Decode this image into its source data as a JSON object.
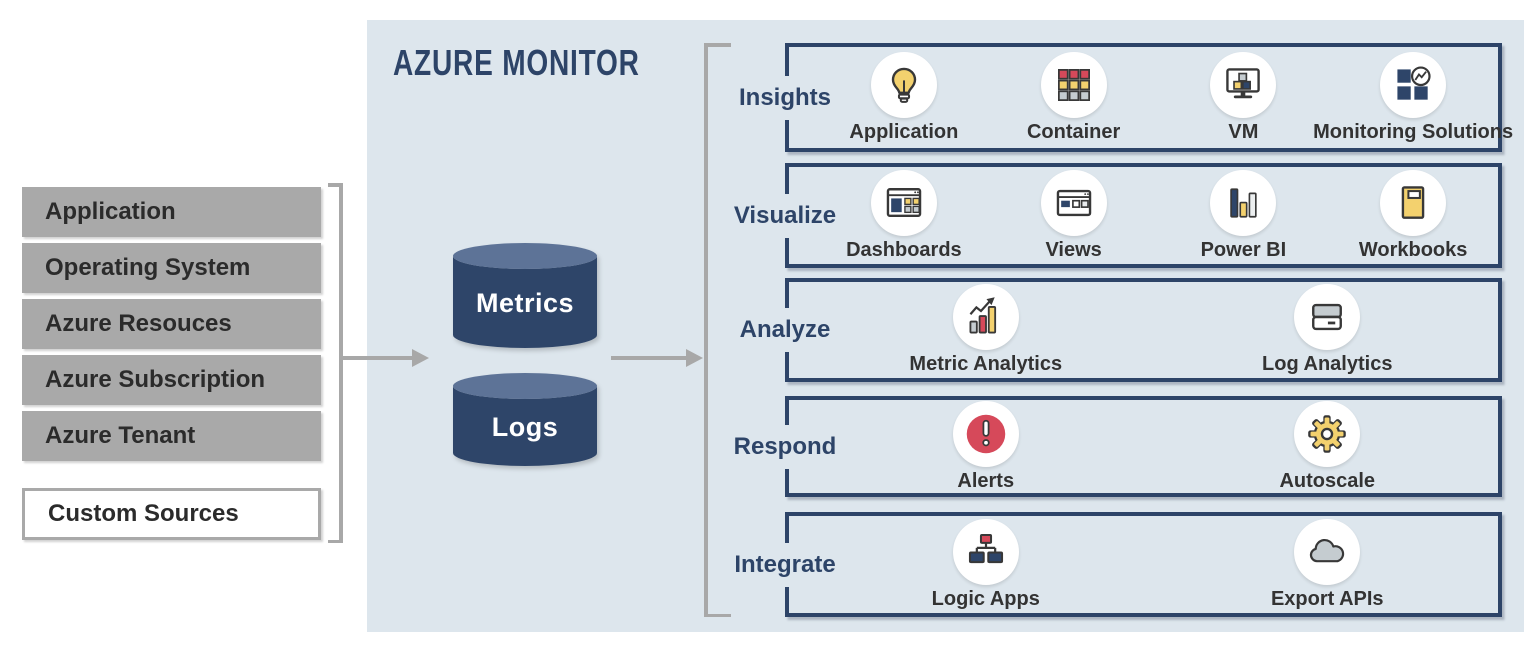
{
  "title": "AZURE MONITOR",
  "sources": {
    "items": [
      {
        "label": "Application"
      },
      {
        "label": "Operating System"
      },
      {
        "label": "Azure Resouces"
      },
      {
        "label": "Azure Subscription"
      },
      {
        "label": "Azure Tenant"
      },
      {
        "label": "Custom Sources"
      }
    ]
  },
  "stores": [
    {
      "label": "Metrics",
      "icon": "database-cylinder-icon"
    },
    {
      "label": "Logs",
      "icon": "database-cylinder-icon"
    }
  ],
  "rows": [
    {
      "label": "Insights",
      "items": [
        {
          "caption": "Application",
          "icon": "lightbulb-icon"
        },
        {
          "caption": "Container",
          "icon": "container-grid-icon"
        },
        {
          "caption": "VM",
          "icon": "vm-monitor-icon"
        },
        {
          "caption": "Monitoring Solutions",
          "icon": "monitoring-solutions-icon"
        }
      ]
    },
    {
      "label": "Visualize",
      "items": [
        {
          "caption": "Dashboards",
          "icon": "dashboards-window-icon"
        },
        {
          "caption": "Views",
          "icon": "views-window-icon"
        },
        {
          "caption": "Power BI",
          "icon": "powerbi-bars-icon"
        },
        {
          "caption": "Workbooks",
          "icon": "workbooks-book-icon"
        }
      ]
    },
    {
      "label": "Analyze",
      "items": [
        {
          "caption": "Metric Analytics",
          "icon": "metric-analytics-chart-icon"
        },
        {
          "caption": "Log Analytics",
          "icon": "log-analytics-box-icon"
        }
      ]
    },
    {
      "label": "Respond",
      "items": [
        {
          "caption": "Alerts",
          "icon": "alert-exclamation-icon"
        },
        {
          "caption": "Autoscale",
          "icon": "autoscale-gear-icon"
        }
      ]
    },
    {
      "label": "Integrate",
      "items": [
        {
          "caption": "Logic Apps",
          "icon": "logic-apps-flowchart-icon"
        },
        {
          "caption": "Export APIs",
          "icon": "export-apis-cloud-icon"
        }
      ]
    }
  ],
  "colors": {
    "panel_bg": "#dde6ed",
    "navy": "#2d4468",
    "cylinder_navy": "#2e4569",
    "cylinder_lid": "#5d7397",
    "gray_box": "#a9a9a9",
    "arrow_gray": "#a8a8a8",
    "accent_red": "#d6495a",
    "accent_yellow": "#f3d16e",
    "icon_gray": "#c5ccd0",
    "icon_outline": "#383838"
  }
}
